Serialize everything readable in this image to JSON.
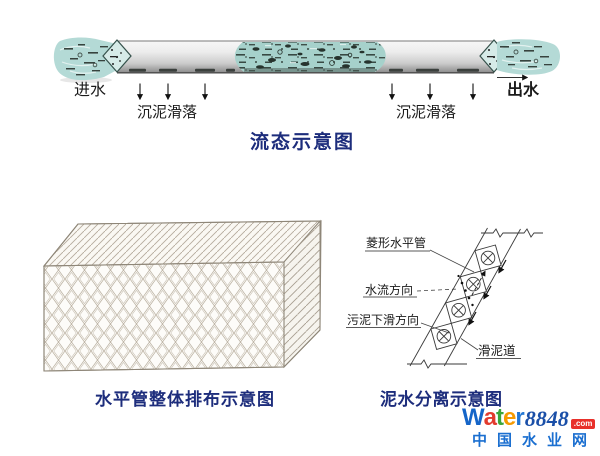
{
  "flow_diagram": {
    "title": "流态示意图",
    "inlet_label": "进水",
    "outlet_label": "出水",
    "sludge_fall_left": "沉泥滑落",
    "sludge_fall_right": "沉泥滑落"
  },
  "pipe_array_diagram": {
    "title": "水平管整体排布示意图"
  },
  "separation_diagram": {
    "title": "泥水分离示意图",
    "labels": {
      "diamond_pipe": "菱形水平管",
      "water_flow": "水流方向",
      "sludge_slide": "污泥下滑方向",
      "mud_channel": "滑泥道"
    }
  },
  "watermark": {
    "letters": [
      {
        "ch": "W",
        "style": "color:#1565c8"
      },
      {
        "ch": "a",
        "style": "color:#e23b2e"
      },
      {
        "ch": "t",
        "style": "color:#3aa53a"
      },
      {
        "ch": "e",
        "style": "color:#f59a00"
      },
      {
        "ch": "r",
        "style": "color:#2277d4"
      }
    ],
    "number": "8848",
    "tld": ".com",
    "site_name": "中国水业网"
  },
  "colors": {
    "title_navy": "#1d2d7c",
    "water_teal": "#b4dad6",
    "sediment_teal": "#a6d1cb",
    "pipe_grey": "#c9c9c9",
    "box_line_tan": "#968d7e",
    "diagram_line": "#3a3a3a",
    "brand_red": "#e8302a",
    "brand_blue": "#1b6fd0"
  }
}
